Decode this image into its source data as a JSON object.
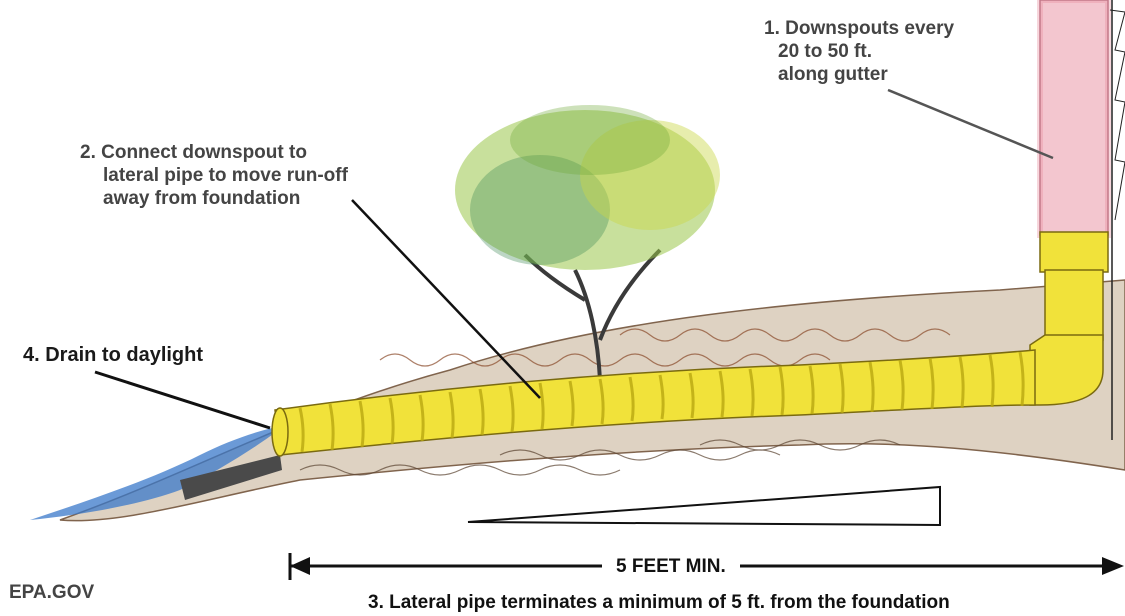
{
  "callouts": {
    "downspouts": [
      "1. Downspouts every",
      "20 to 50 ft.",
      "along gutter"
    ],
    "connect": [
      "2. Connect downspout to",
      "lateral pipe to move run-off",
      "away from foundation"
    ],
    "terminates": "3. Lateral pipe terminates a minimum of 5 ft. from the foundation",
    "daylight": "4. Drain to daylight"
  },
  "dimension": "5 FEET MIN.",
  "source": "EPA.GOV",
  "icons": {
    "left_arrow": "arrowhead-left-icon",
    "right_arrow": "arrowhead-right-icon"
  },
  "colors": {
    "pipe": "#f1e23a",
    "pipe_shadow": "#b9a812",
    "downspout": "#e98a9a",
    "water": "#3a78c9",
    "soil": "#6b4a2f",
    "foliage": "#7fb13a",
    "text": "#444444"
  }
}
